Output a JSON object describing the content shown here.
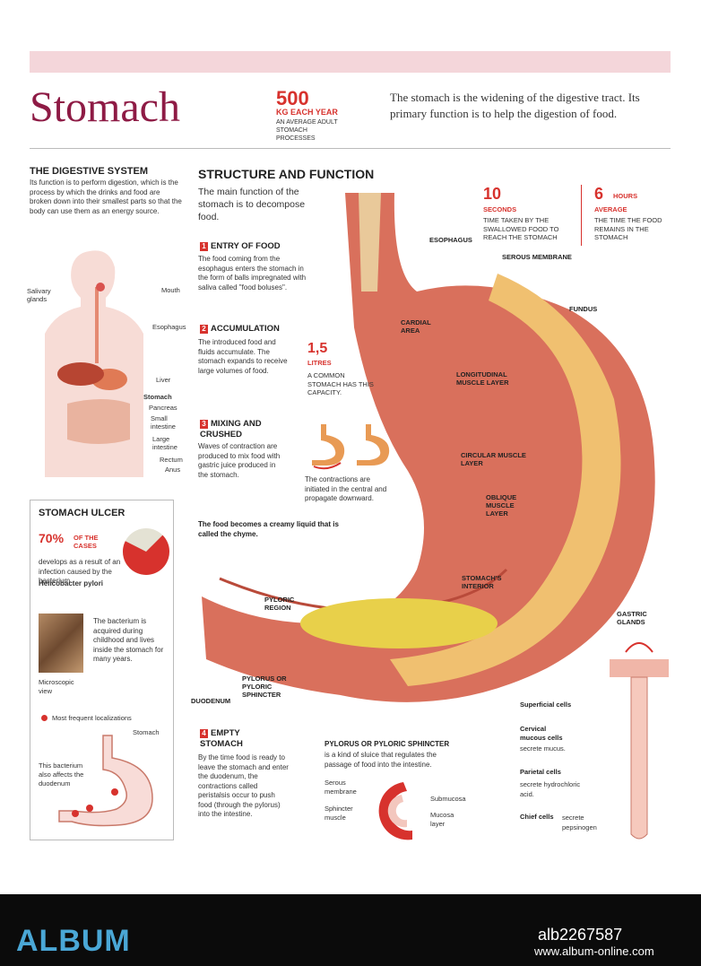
{
  "header": {
    "title": "Stomach",
    "stat_value": "500",
    "stat_unit": "KG EACH YEAR",
    "stat_desc": "AN AVERAGE ADULT STOMACH PROCESSES",
    "intro": "The stomach is the widening of the digestive tract. Its primary function is to help the digestion of food."
  },
  "digestive": {
    "heading": "THE DIGESTIVE SYSTEM",
    "text": "Its function is to perform digestion, which is the process by which the drinks and food are broken down into their smallest parts so that the body can use them as an energy source.",
    "labels": {
      "salivary": "Salivary glands",
      "mouth": "Mouth",
      "esophagus": "Esophagus",
      "liver": "Liver",
      "stomach": "Stomach",
      "pancreas": "Pancreas",
      "small": "Small intestine",
      "large": "Large intestine",
      "rectum": "Rectum",
      "anus": "Anus"
    }
  },
  "ulcer": {
    "heading": "STOMACH ULCER",
    "pct": "70%",
    "pct_suffix": "OF THE CASES",
    "text": "develops as a result of an infection caused by the bacterium",
    "bacterium": "Helicobacter pylori",
    "pie_fraction": 0.7,
    "bact_text": "The bacterium is acquired during childhood and lives inside the stomach for many years.",
    "micro": "Microscopic view",
    "freq": "Most frequent localizations",
    "stomach_lbl": "Stomach",
    "duodenum_text": "This bacterium also affects the duodenum"
  },
  "structure": {
    "heading": "STRUCTURE AND FUNCTION",
    "lead": "The main function of the stomach is to decompose food.",
    "steps": [
      {
        "n": "1",
        "title": "ENTRY OF FOOD",
        "text": "The food coming from the esophagus enters the stomach in the form of balls impregnated with saliva called \"food boluses\"."
      },
      {
        "n": "2",
        "title": "ACCUMULATION",
        "text": "The introduced food and fluids accumulate. The stomach expands to receive large volumes of food."
      },
      {
        "n": "3",
        "title": "MIXING AND CRUSHED",
        "text": "Waves of contraction are produced to mix food with gastric juice produced in the stomach."
      },
      {
        "n": "4",
        "title": "EMPTY STOMACH",
        "text": "By the time food is ready to leave the stomach and enter the duodenum, the contractions called peristalsis occur to push food (through the pylorus) into the intestine."
      }
    ],
    "contractions": "The contractions are initiated in the central and propagate downward.",
    "chyme_pre": "The food becomes a creamy liquid that is called the",
    "chyme_word": "chyme",
    "capacity_value": "1,5",
    "capacity_unit": "LITRES",
    "capacity_text": "A COMMON STOMACH HAS THIS CAPACITY.",
    "time1_value": "10",
    "time1_unit": "SECONDS",
    "time1_text": "TIME TAKEN BY THE SWALLOWED FOOD TO REACH THE STOMACH",
    "time2_value": "6",
    "time2_unit": "HOURS",
    "time2_unit2": "AVERAGE",
    "time2_text": "THE TIME THE FOOD REMAINS IN THE STOMACH"
  },
  "anatomy": {
    "esophagus": "ESOPHAGUS",
    "serous": "SEROUS MEMBRANE",
    "fundus": "FUNDUS",
    "cardial": "CARDIAL AREA",
    "longitudinal": "LONGITUDINAL MUSCLE LAYER",
    "circular": "CIRCULAR MUSCLE LAYER",
    "oblique": "OBLIQUE MUSCLE LAYER",
    "interior": "STOMACH'S INTERIOR",
    "pyloric_region": "PYLORIC REGION",
    "pylorus": "PYLORUS OR PYLORIC SPHINCTER",
    "duodenum": "DUODENUM",
    "gastric": "GASTRIC GLANDS"
  },
  "sphincter": {
    "heading": "PYLORUS OR PYLORIC SPHINCTER",
    "text": "is a kind of sluice that regulates the passage of food into the intestine.",
    "serous": "Serous membrane",
    "muscle": "Sphincter muscle",
    "submucosa": "Submucosa",
    "mucosa": "Mucosa layer"
  },
  "glands": {
    "superficial": "Superficial cells",
    "cervical": "Cervical mucous cells",
    "cervical_txt": "secrete mucus.",
    "parietal": "Parietal cells",
    "parietal_txt": "secrete hydrochloric acid.",
    "chief": "Chief cells",
    "chief_txt": "secrete pepsinogen"
  },
  "footer": {
    "brand": "ALBUM",
    "code": "alb2267587",
    "url": "www.album-online.com"
  },
  "colors": {
    "accent": "#d7322d",
    "title": "#8e1b45",
    "brand": "#4aa7d6"
  }
}
